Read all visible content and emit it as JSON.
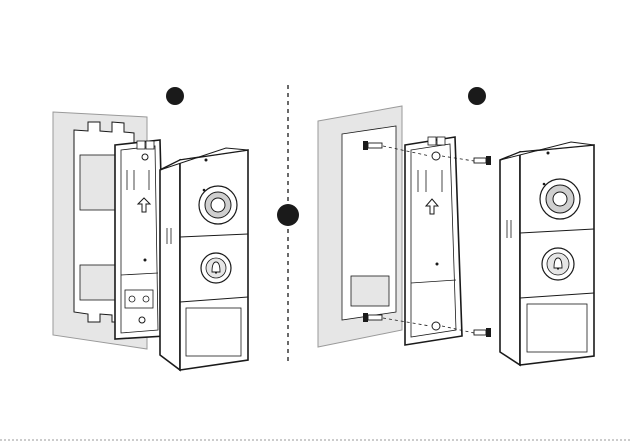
{
  "diagram": {
    "panels": [
      {
        "step_marker": "filled-circle",
        "content": "wall-plate-mount-with-adhesive-gasket"
      },
      {
        "step_marker": "filled-circle",
        "content": "mount-with-screws-and-anchors"
      }
    ],
    "center_marker": "filled-circle",
    "divider": "dashed-vertical-line",
    "colors": {
      "line": "#1a1a1a",
      "wall": "#e6e6e6",
      "panel_fill": "#ffffff",
      "doorbell_body": "#ffffff",
      "lens_ring": "#cfcfcf"
    }
  }
}
